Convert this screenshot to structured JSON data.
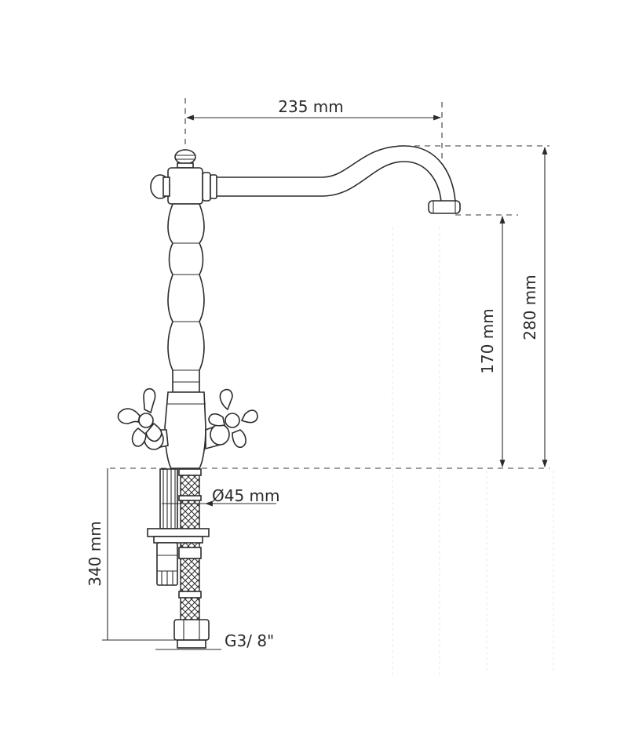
{
  "dimensions": {
    "spout_reach": "235 mm",
    "total_height": "280 mm",
    "spout_height": "170 mm",
    "base_diameter": "Ø45 mm",
    "hose_length": "340 mm",
    "connection_thread": "G3/ 8\""
  }
}
